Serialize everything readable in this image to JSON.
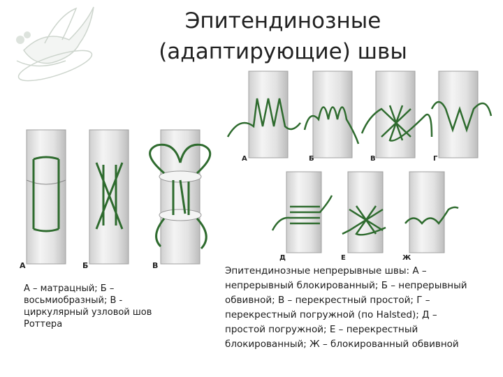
{
  "title": "Эпитендинозные\n(адаптирующие) швы",
  "left_figure": {
    "labels": [
      "А",
      "Б",
      "В"
    ]
  },
  "right_figure_top": {
    "labels": [
      "А",
      "Б",
      "В",
      "Г"
    ]
  },
  "right_figure_bottom": {
    "labels": [
      "Д",
      "Е",
      "Ж"
    ]
  },
  "caption_left": "А – матрацный; Б –\nвосьмиобразный; В -\nциркулярный узловой шов\nРоттера",
  "caption_right": " Эпитендинозные непрерывные швы: А –\nнепрерывный блокированный; Б – непрерывный\nобвивной; В – перекрестный простой; Г –\nперекрестный погружной (по Halsted); Д –\nпростой погружной; Е – перекрестный\nблокированный; Ж – блокированный обвивной",
  "colors": {
    "suture": "#2e6b2e",
    "tendon_fill": "#e9e9e9",
    "tendon_edge": "#9a9a9a"
  }
}
